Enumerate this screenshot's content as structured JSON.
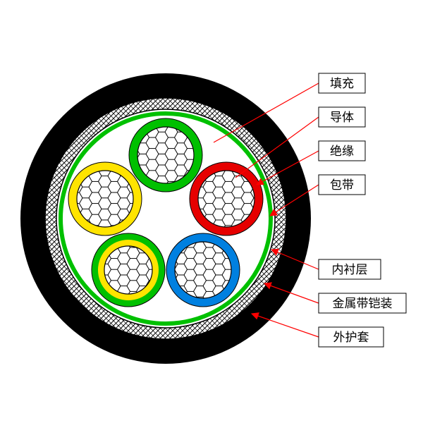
{
  "diagram": {
    "type": "cable-cross-section",
    "labels": [
      {
        "id": "filling",
        "text": "填充"
      },
      {
        "id": "conductor",
        "text": "导体"
      },
      {
        "id": "insulation",
        "text": "绝缘"
      },
      {
        "id": "tape",
        "text": "包带"
      },
      {
        "id": "inner-lining",
        "text": "内衬层"
      },
      {
        "id": "metal-tape-armor",
        "text": "金属带铠装"
      },
      {
        "id": "outer-sheath",
        "text": "外护套"
      }
    ],
    "colors": {
      "leader": "#ff0000",
      "sheath": "#000000",
      "lining_ring": "#00c000",
      "core_top": "#00c000",
      "core_left": "#ffe400",
      "core_right": "#e60000",
      "core_bottom_right": "#0080e0",
      "core_earth_outer": "#00c000",
      "core_earth_inner": "#ffe400",
      "background": "#ffffff"
    }
  }
}
